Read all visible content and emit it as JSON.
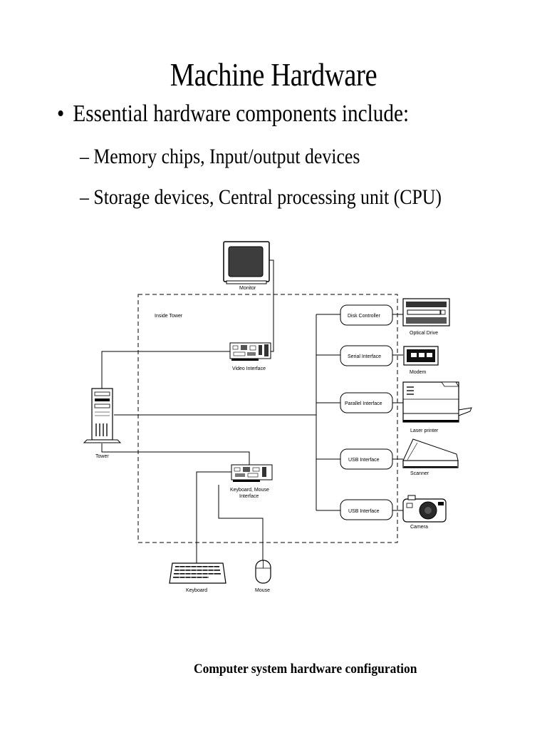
{
  "title": "Machine Hardware",
  "bullet": {
    "symbol": "•",
    "text": "Essential hardware components include:"
  },
  "sub_bullets": [
    "– Memory chips, Input/output devices",
    "– Storage devices, Central processing unit (CPU)"
  ],
  "diagram": {
    "inside_label": "Inside Tower",
    "devices": {
      "monitor": "Monitor",
      "video": "Video Interface",
      "tower": "Tower",
      "kbd_mouse_line1": "Keyboard, Mouse",
      "kbd_mouse_line2": "Interface",
      "keyboard": "Keyboard",
      "mouse": "Mouse",
      "optical": "Optical Drive",
      "modem": "Modem",
      "printer": "Laser printer",
      "scanner": "Scanner",
      "camera": "Camera"
    },
    "interfaces": {
      "disk": "Disk Controller",
      "serial": "Serial Interface",
      "parallel": "Parallel Interface",
      "usb1": "USB Interface",
      "usb2": "USB Interface"
    }
  },
  "caption": "Computer system hardware configuration"
}
